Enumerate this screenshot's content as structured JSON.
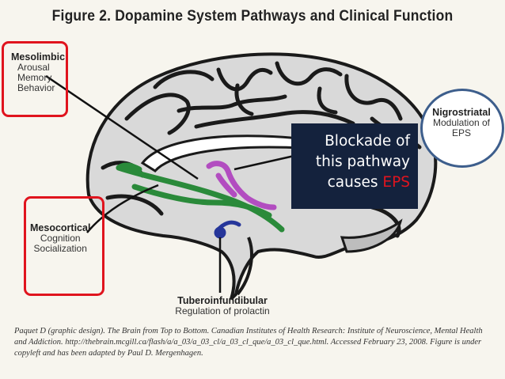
{
  "title": "Figure 2. Dopamine System Pathways and Clinical Function",
  "pathways": {
    "mesolimbic": {
      "name": "Mesolimbic",
      "functions": [
        "Arousal",
        "Memory",
        "Behavior"
      ]
    },
    "mesocortical": {
      "name": "Mesocortical",
      "functions": [
        "Cognition",
        "Socialization"
      ]
    },
    "nigrostriatal": {
      "name": "Nigrostriatal",
      "functions": [
        "Modulation of",
        "EPS"
      ]
    },
    "tuberoinfundibular": {
      "name": "Tuberoinfundibular",
      "functions": [
        "Regulation of prolactin"
      ]
    }
  },
  "callout": {
    "line1": "Blockade of",
    "line2": "this pathway",
    "line3_prefix": "causes ",
    "line3_highlight": "EPS"
  },
  "citation": "Paquet D (graphic design). The Brain from Top to Bottom. Canadian Institutes of Health Research: Institute of Neuroscience, Mental Health and Addiction. http://thebrain.mcgill.ca/flash/a/a_03/a_03_cl/a_03_cl_que/a_03_cl_que.html. Accessed February 23, 2008. Figure is under copyleft and has been adapted by Paul D. Mergenhagen.",
  "colors": {
    "mesolimbic_mesocortical_pathway": "#2a8a3a",
    "nigrostriatal_pathway": "#b24dc0",
    "tuberoinfundibular_pathway": "#26369a",
    "highlight_box": "#e0141e",
    "highlight_circle": "#3d5e8c",
    "callout_background": "#14223d"
  }
}
